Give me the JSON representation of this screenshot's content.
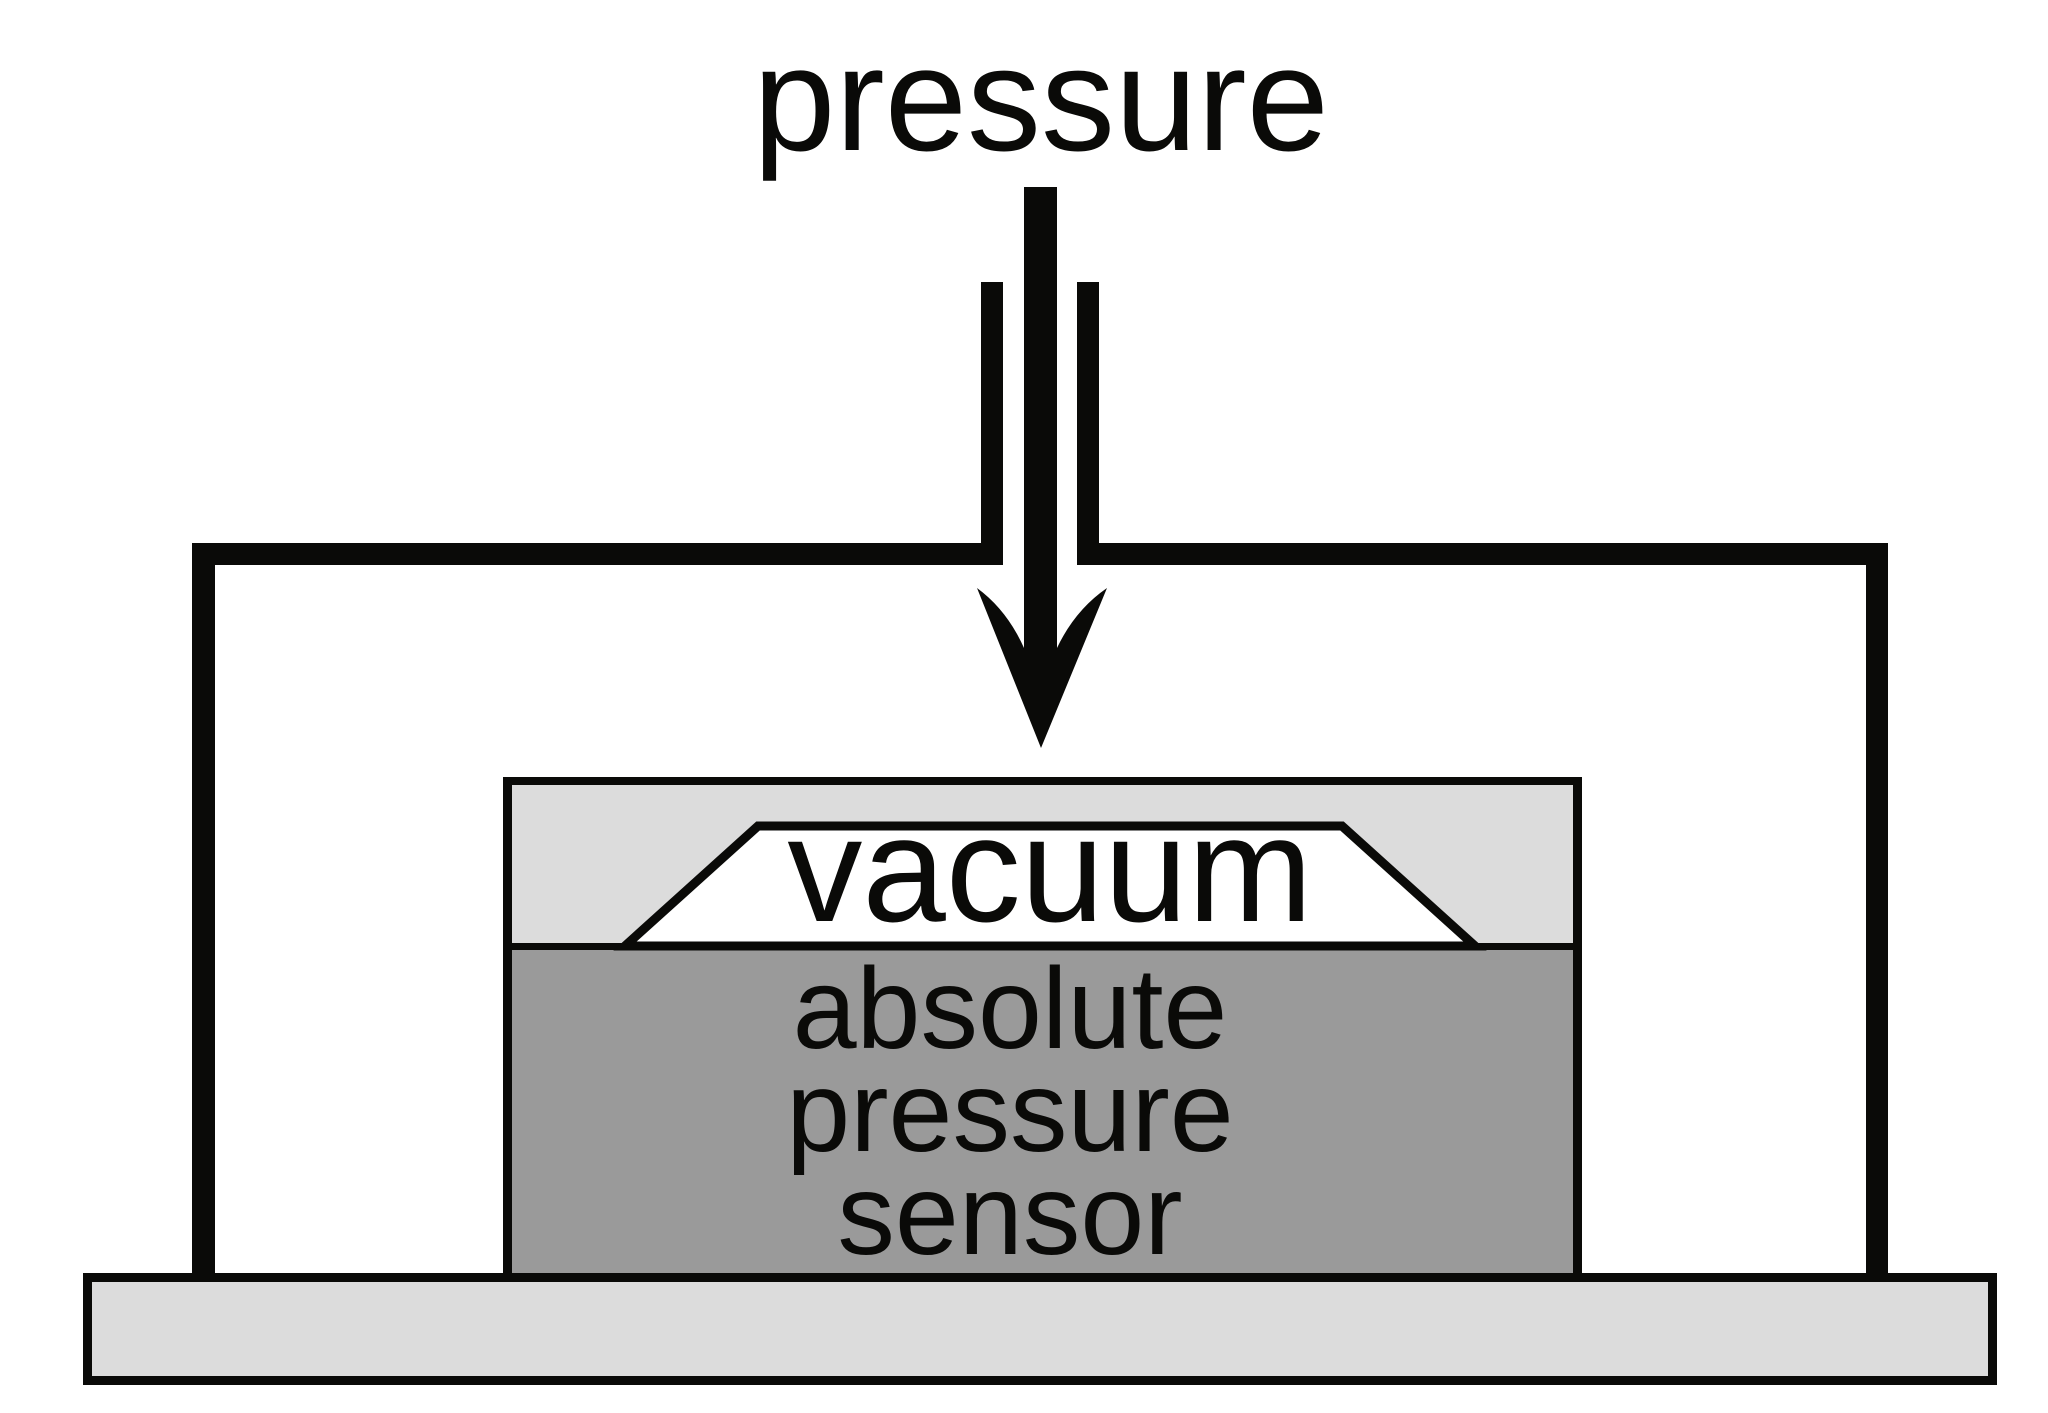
{
  "diagram": {
    "title_label": "pressure",
    "vacuum_label": "vacuum",
    "sensor_label_lines": [
      "absolute",
      "pressure",
      "sensor"
    ]
  },
  "colors": {
    "line_black": "#0a0a08",
    "light_gray": "#dcdcdc",
    "medium_gray": "#9a9a9a",
    "white": "#ffffff"
  }
}
